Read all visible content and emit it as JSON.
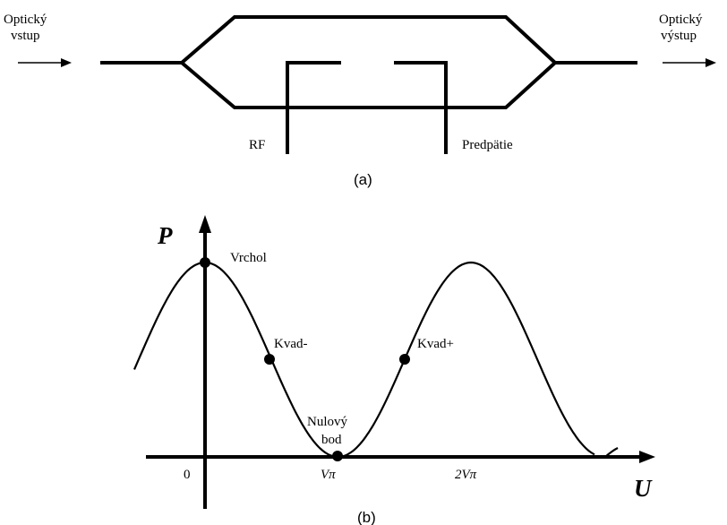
{
  "panel_a": {
    "input_label_line1": "Optický",
    "input_label_line2": "vstup",
    "output_label_line1": "Optický",
    "output_label_line2": "výstup",
    "rf_label": "RF",
    "bias_label": "Predpätie",
    "caption": "(a)"
  },
  "panel_b": {
    "y_axis_label": "P",
    "x_axis_label": "U",
    "peak_label": "Vrchol",
    "quad_minus_label": "Kvad-",
    "quad_plus_label": "Kvad+",
    "null_label_line1": "Nulový",
    "null_label_line2": "bod",
    "tick_zero": "0",
    "tick_vpi": "Vπ",
    "tick_2vpi": "2Vπ",
    "caption": "(b)"
  }
}
